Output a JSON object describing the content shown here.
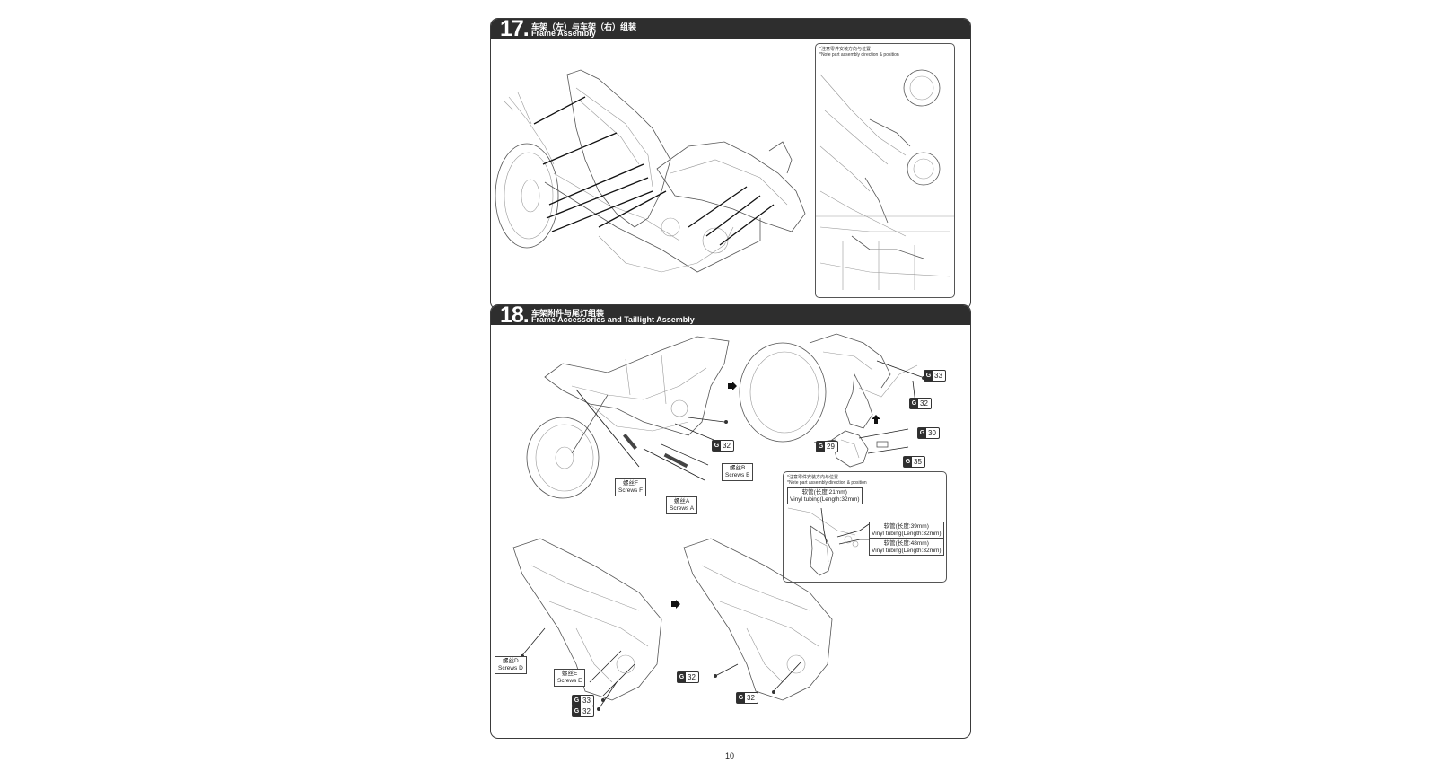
{
  "page_number": "10",
  "steps": [
    {
      "number": "17.",
      "title_cn": "车架（左）与车架（右）组装",
      "title_en": "Frame Assembly",
      "inset_note_cn": "*注意零件安装方向与位置",
      "inset_note_en": "*Note part assembly direction & position"
    },
    {
      "number": "18.",
      "title_cn": "车架附件与尾灯组装",
      "title_en": "Frame Accessories and Taillight Assembly",
      "inset_note_cn": "*注意零件安装方向与位置",
      "inset_note_en": "*Note part assembly direction & position",
      "screws": {
        "f_cn": "螺丝F",
        "f_en": "Screws F",
        "b_cn": "螺丝B",
        "b_en": "Screws B",
        "a_cn": "螺丝A",
        "a_en": "Screws A",
        "d_cn": "螺丝D",
        "d_en": "Screws D",
        "e_cn": "螺丝E",
        "e_en": "Screws E"
      },
      "tubing": [
        {
          "cn": "软管(长度:21mm)",
          "en": "Vinyl tubing(Length:32mm)"
        },
        {
          "cn": "软管(长度:39mm)",
          "en": "Vinyl tubing(Length:32mm)"
        },
        {
          "cn": "软管(长度:48mm)",
          "en": "Vinyl tubing(Length:32mm)"
        }
      ],
      "parts": {
        "g_letter": "G",
        "p33_top": "33",
        "p32_top": "32",
        "p32_mid": "32",
        "p30": "30",
        "p29": "29",
        "p35": "35",
        "p33_bottom": "33",
        "p32_bottom_a": "32",
        "p32_bottom_b": "32",
        "p32_bottom_c": "32"
      }
    }
  ]
}
